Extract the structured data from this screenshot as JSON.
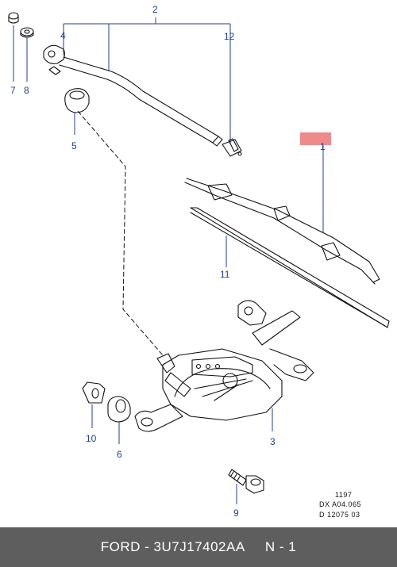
{
  "callouts": {
    "c1": "1",
    "c2": "2",
    "c3": "3",
    "c4": "4",
    "c5": "5",
    "c6": "6",
    "c7": "7",
    "c8": "8",
    "c9": "9",
    "c10": "10",
    "c11": "11",
    "c12": "12"
  },
  "reference": {
    "line1": "1197",
    "line2": "DX  A04.065",
    "line3": "D  12075  03"
  },
  "colors": {
    "highlight": "#ef8a8a",
    "callout_text": "#1f3f8f",
    "footer_bg": "#5e5e5e",
    "footer_text": "#ffffff"
  },
  "footer": {
    "label": "FORD - 3U7J17402AA     N - 1"
  }
}
